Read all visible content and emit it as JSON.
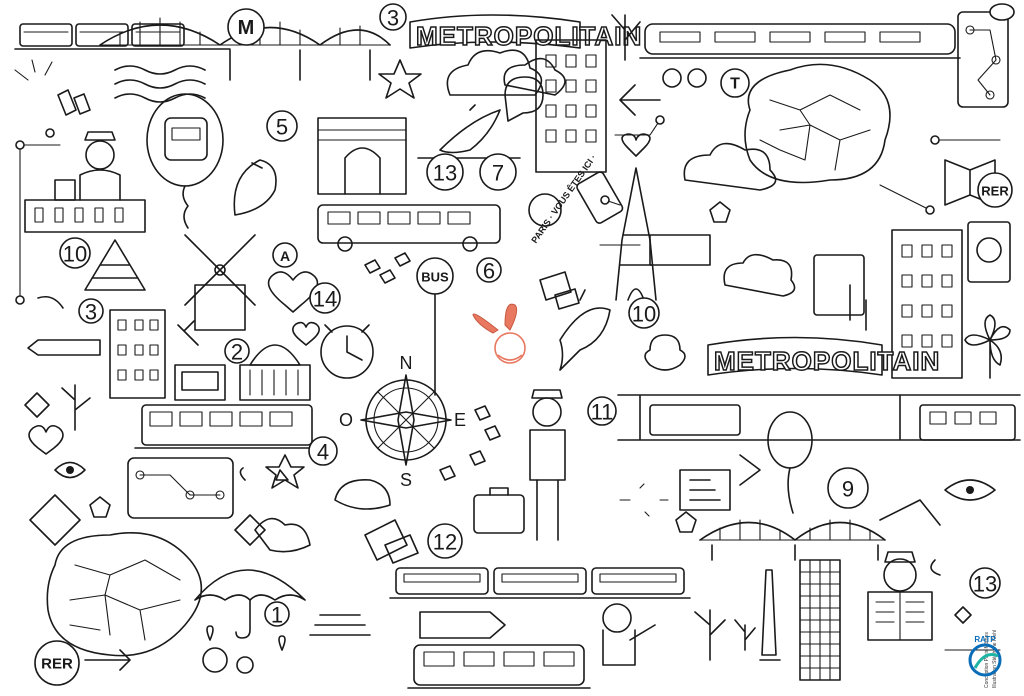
{
  "labels": {
    "metro_sign_top": "METROPOLITAIN",
    "metro_sign_right": "METROPOLITAIN",
    "m_badge": "M",
    "a_badge": "A",
    "t_badge": "T",
    "bus_sign": "BUS",
    "rer_top": "RER",
    "rer_bottom": "RER",
    "vous_etes_ici": "PARIS · VOUS ÊTES ICI ·",
    "glasses_left": "13",
    "glasses_right": "7"
  },
  "line_numbers": {
    "n3_top": "3",
    "n5": "5",
    "n10_left": "10",
    "n3_left": "3",
    "n14": "14",
    "n2": "2",
    "n6": "6",
    "n10_mid": "10",
    "n4": "4",
    "n11": "11",
    "n9": "9",
    "n12": "12",
    "n1": "1",
    "n13": "13"
  },
  "compass": {
    "n": "N",
    "s": "S",
    "e": "E",
    "o": "O"
  },
  "credits": {
    "line1": "Conception Paris Mômes",
    "line2": "Illustration Stéphane Kiehl",
    "brand": "RATP"
  },
  "colors": {
    "ink": "#1a1a1a",
    "rabbit": "#e8785f",
    "ratp_blue": "#0a6db7",
    "ratp_teal": "#1fb5a6"
  }
}
